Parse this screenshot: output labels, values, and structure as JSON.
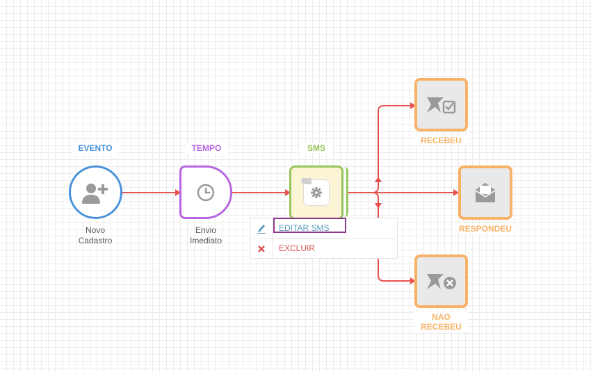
{
  "colors": {
    "evento": "#4a90d9",
    "tempo": "#b666e0",
    "sms": "#98c55a",
    "outcome": "#f7b267",
    "connector": "#e8534f",
    "menu_edit": "#5b9bbf",
    "menu_delete": "#d9534f"
  },
  "nodes": {
    "evento": {
      "type_label": "EVENTO",
      "caption_line1": "Novo",
      "caption_line2": "Cadastro",
      "icon": "add-user-icon"
    },
    "tempo": {
      "type_label": "TEMPO",
      "caption_line1": "Envio",
      "caption_line2": "Imediato",
      "icon": "clock-icon"
    },
    "sms": {
      "type_label": "SMS",
      "icon": "gear-icon"
    },
    "recebeu": {
      "label": "RECEBEU",
      "icon": "sms-received-icon"
    },
    "respondeu": {
      "label": "RESPONDEU",
      "icon": "sms-replied-icon"
    },
    "nao_recebeu": {
      "label_line1": "NAO",
      "label_line2": "RECEBEU",
      "icon": "sms-not-received-icon"
    }
  },
  "context_menu": {
    "edit": {
      "label": "EDITAR SMS",
      "icon": "pencil-icon"
    },
    "delete": {
      "label": "EXCLUIR",
      "icon": "x-icon"
    }
  }
}
